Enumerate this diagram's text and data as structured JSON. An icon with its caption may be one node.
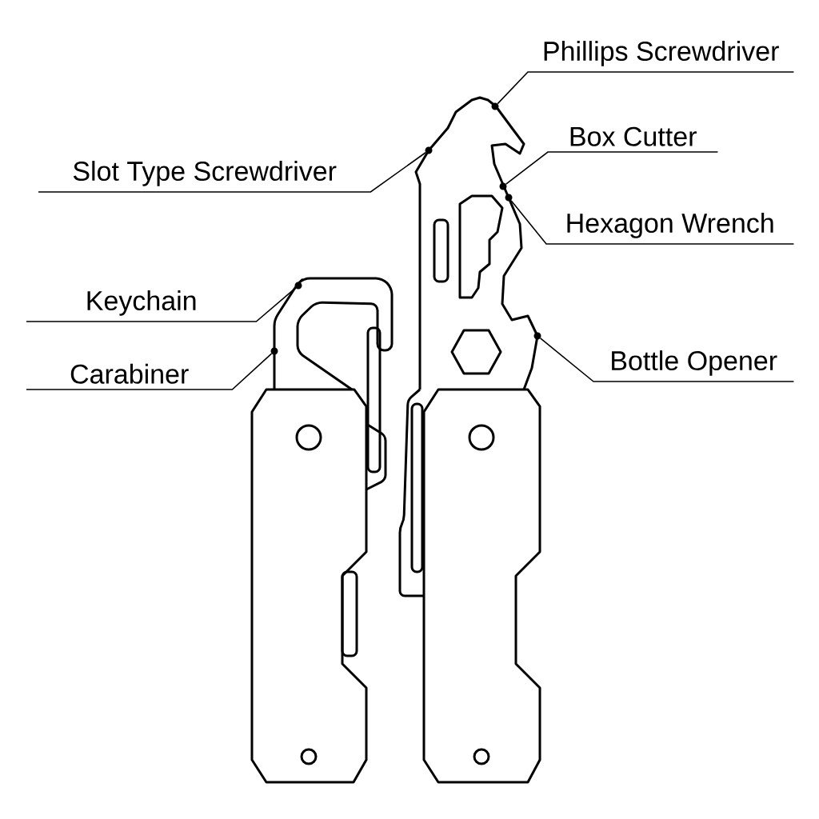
{
  "diagram": {
    "nodes": [
      {
        "text": [
          "Phillips Screwdriver"
        ]
      },
      {
        "text": [
          "Slot Type Screwdriver"
        ]
      },
      {
        "text": [
          "Box Cutter"
        ]
      },
      {
        "text": [
          "Hexagon Wrench"
        ]
      },
      {
        "text": [
          "Keychain"
        ]
      },
      {
        "text": [
          "Carabiner"
        ]
      },
      {
        "text": [
          "Bottle Opener"
        ]
      },
      {
        "text": [],
        "shape": "circle"
      },
      {
        "text": [],
        "shape": "circle"
      },
      {
        "text": [],
        "shape": "circle"
      },
      {
        "text": [],
        "shape": "circle"
      },
      {
        "text": [],
        "shape": "circle"
      },
      {
        "text": [],
        "shape": "circle"
      },
      {
        "text": [],
        "shape": "circle"
      }
    ],
    "edges": [
      {
        "from": 0,
        "to": 7,
        "arrow": "none"
      },
      {
        "from": 1,
        "to": 8,
        "arrow": "none"
      },
      {
        "from": 2,
        "to": 9,
        "arrow": "none"
      },
      {
        "from": 3,
        "to": 10,
        "arrow": "none"
      },
      {
        "from": 4,
        "to": 11,
        "arrow": "none"
      },
      {
        "from": 5,
        "to": 12,
        "arrow": "none"
      },
      {
        "from": 6,
        "to": 13,
        "arrow": "none"
      }
    ]
  }
}
